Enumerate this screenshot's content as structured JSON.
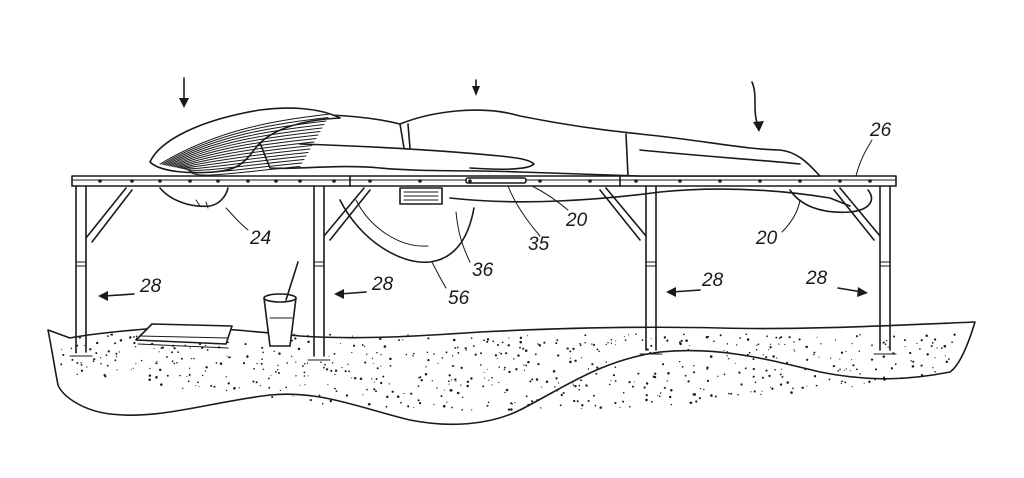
{
  "labels": {
    "l24": "24",
    "l26": "26",
    "l28a": "28",
    "l28b": "28",
    "l28c": "28",
    "l28d": "28",
    "l20a": "20",
    "l20b": "20",
    "l35": "35",
    "l36": "36",
    "l56": "56"
  },
  "colors": {
    "ink": "#1a1a1a",
    "paper": "#ffffff"
  }
}
